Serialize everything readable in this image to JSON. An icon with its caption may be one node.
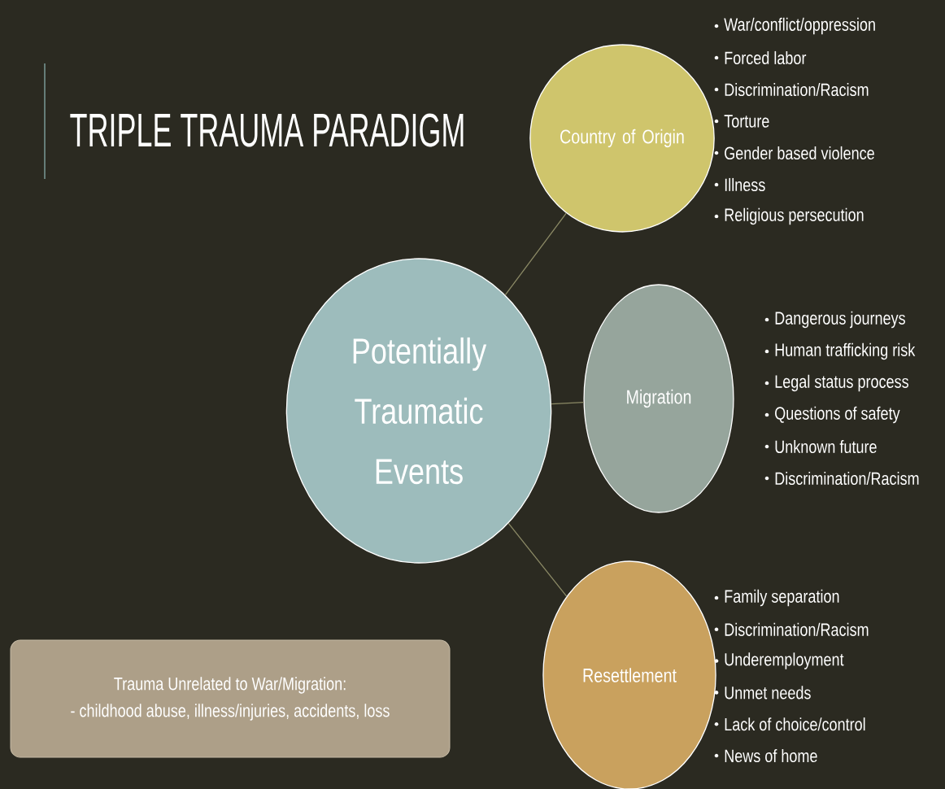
{
  "diagram": {
    "title": "TRIPLE TRAUMA PARADIGM",
    "nodes": [
      {
        "text": [
          "Potentially Traumatic Events"
        ]
      },
      {
        "text": [
          "Country of Origin"
        ],
        "beside": [
          "War/conflict/oppression",
          "Forced labor",
          "Discrimination/Racism",
          "Torture",
          "Gender based violence",
          "Illness",
          "Religious persecution"
        ]
      },
      {
        "text": [
          "Migration"
        ],
        "beside": [
          "Dangerous journeys",
          "Human trafficking risk",
          "Legal status process",
          "Questions of safety",
          "Unknown future",
          "Discrimination/Racism"
        ]
      },
      {
        "text": [
          "Resettlement"
        ],
        "beside": [
          "Family separation",
          "Discrimination/Racism",
          "Underemployment",
          "Unmet needs",
          "Lack of choice/control",
          "News of home"
        ]
      },
      {
        "text": [
          "Trauma Unrelated to War/Migration:",
          "- childhood abuse, illness/injuries, accidents, loss"
        ]
      }
    ],
    "edges": [
      {
        "from": 0,
        "to": 1,
        "arrow": "none"
      },
      {
        "from": 0,
        "to": 2,
        "arrow": "none"
      },
      {
        "from": 0,
        "to": 3,
        "arrow": "none"
      }
    ]
  }
}
